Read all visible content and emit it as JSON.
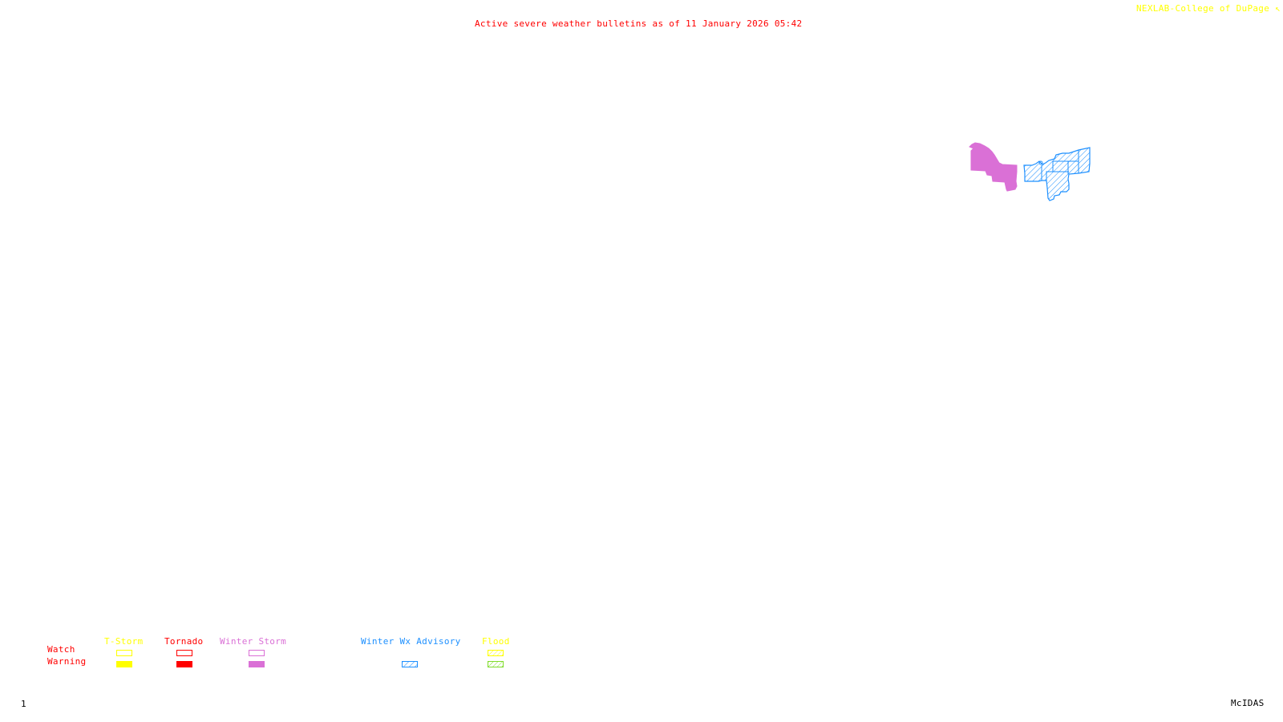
{
  "header": {
    "title": "Active severe weather bulletins as of 11 January 2026 05:42",
    "credit": "NEXLAB-College of DuPage",
    "credit_icon": "nexlab-logo-icon"
  },
  "colors": {
    "title": "#ff0000",
    "credit": "#ffff00",
    "tstorm": "#ffff00",
    "tornado": "#ff0000",
    "winter_storm": "#da70d6",
    "winter_wx_advisory": "#1e90ff",
    "flood_watch": "#ffff00",
    "flood_warning": "#7fdc2a"
  },
  "map": {
    "regions": [
      {
        "type": "Winter Storm",
        "severity": "Warning",
        "style": "filled"
      },
      {
        "type": "Winter Wx Advisory",
        "severity": "Advisory",
        "style": "hatched"
      }
    ]
  },
  "legend": {
    "row_labels": {
      "watch": "Watch",
      "warning": "Warning"
    },
    "categories": [
      {
        "label": "T-Storm",
        "watch": "outline",
        "warning": "filled"
      },
      {
        "label": "Tornado",
        "watch": "outline",
        "warning": "filled"
      },
      {
        "label": "Winter Storm",
        "watch": "outline",
        "warning": "filled"
      },
      {
        "label": "Winter Wx Advisory",
        "watch": null,
        "warning": "hatched"
      },
      {
        "label": "Flood",
        "watch": "hatched",
        "warning": "hatched"
      }
    ]
  },
  "footer": {
    "frame_number": "1",
    "software": "McIDAS"
  }
}
